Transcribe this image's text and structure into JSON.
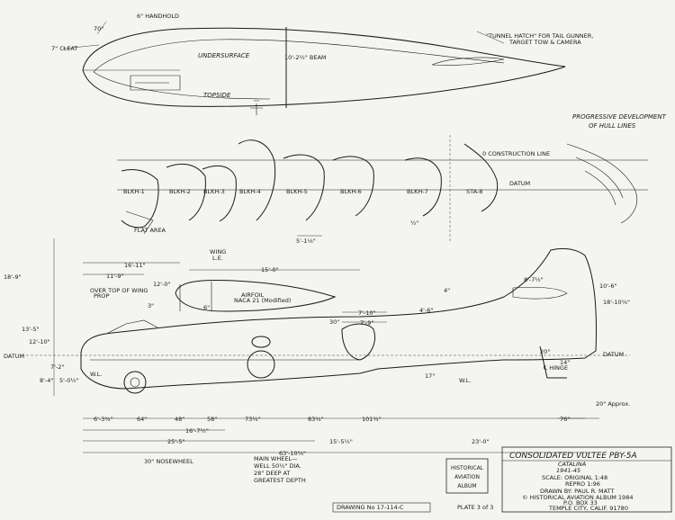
{
  "title_block": {
    "title": "CONSOLIDATED VULTEE PBY-5A",
    "subtitle": "CATALINA",
    "years": "1941-45",
    "scale_original": "SCALE: ORIGINAL 1:48",
    "scale_repro": "REPRO 1:96",
    "drawn_by": "DRAWN BY: PAUL R. MATT",
    "copyright": "© HISTORICAL AVIATION ALBUM 1984",
    "po_box": "P.O. BOX 33",
    "address": "TEMPLE CITY, CALIF. 91780",
    "drawing_no": "DRAWING No 17-114-C",
    "plate": "PLATE 3 of 3",
    "logo_text": "HISTORICAL AVIATION ALBUM"
  },
  "top_view": {
    "handhold": "6\" HANDHOLD",
    "cleat": "7\" CLEAT",
    "angle": "70°",
    "undersurface": "UNDERSURFACE",
    "topside": "TOPSIDE",
    "beam": "10'-2½\" BEAM",
    "hatch": "\"TUNNEL HATCH\" FOR TAIL GUNNER,",
    "hatch2": "TARGET TOW & CAMERA"
  },
  "hull_lines": {
    "title1": "PROGRESSIVE DEVELOPMENT",
    "title2": "OF HULL LINES",
    "construction_line": "0 CONSTRUCTION LINE",
    "datum": "DATUM",
    "flat_area": "FLAT AREA",
    "dim_5ft": "5'-1⅛\"",
    "dim_half": "½\"",
    "stations": [
      "BLKH-1",
      "BLKH-2",
      "BLKH-3",
      "BLKH-4",
      "BLKH-5",
      "BLKH-6",
      "BLKH-7",
      "STA-8"
    ]
  },
  "side_view": {
    "wing_le": "WING",
    "wing_le2": "L.E.",
    "over_top": "OVER TOP OF WING",
    "prop": "PROP",
    "airfoil": "AIRFOIL",
    "naca": "NACA 21 (Modified)",
    "datum_left": "DATUM",
    "datum_right": "DATUM",
    "wl_left": "W.L.",
    "wl_right": "W.L.",
    "hinge": "℄ HINGE",
    "approx": "20\" Approx.",
    "nosewheel": "30\" NOSEWHEEL",
    "main_wheel": [
      "MAIN WHEEL—",
      "WELL 50½\" DIA.",
      "28\" DEEP AT",
      "GREATEST DEPTH"
    ],
    "dims": {
      "d18_9": "18'-9\"",
      "d13_5": "13'-5\"",
      "d12_10": "12'-10\"",
      "d7_2": "7'-2\"",
      "d8_4": "8'-4\"",
      "d5_0": "5'-0½\"",
      "d16_11": "16'-11\"",
      "d11_9": "11'-9\"",
      "d12_0": "12'-0\"",
      "d3": "3\"",
      "d6": "6\"",
      "d15_0": "15'-0\"",
      "d7_10": "7'-10\"",
      "d7_9": "7'-9\"",
      "d30": "30\"",
      "d4_6": "4'-6\"",
      "d4": "4\"",
      "d8_7": "8'-7½\"",
      "d10_6": "10'-6\"",
      "d18_10": "18'-10⅝\"",
      "d20": "20°",
      "d14": "14\"",
      "d17": "17\"",
      "d6_3": "6'-3¾\"",
      "d64": "64\"",
      "d48": "48\"",
      "d58": "58\"",
      "d73": "73¼\"",
      "d83": "83¾\"",
      "d101": "101¾\"",
      "d76": "76\"",
      "d16_7": "16'-7½\"",
      "d25_5": "25'-5\"",
      "d15_5": "15'-5½\"",
      "d23_0": "23'-0\"",
      "d63_10": "63'-10⅝\""
    }
  }
}
